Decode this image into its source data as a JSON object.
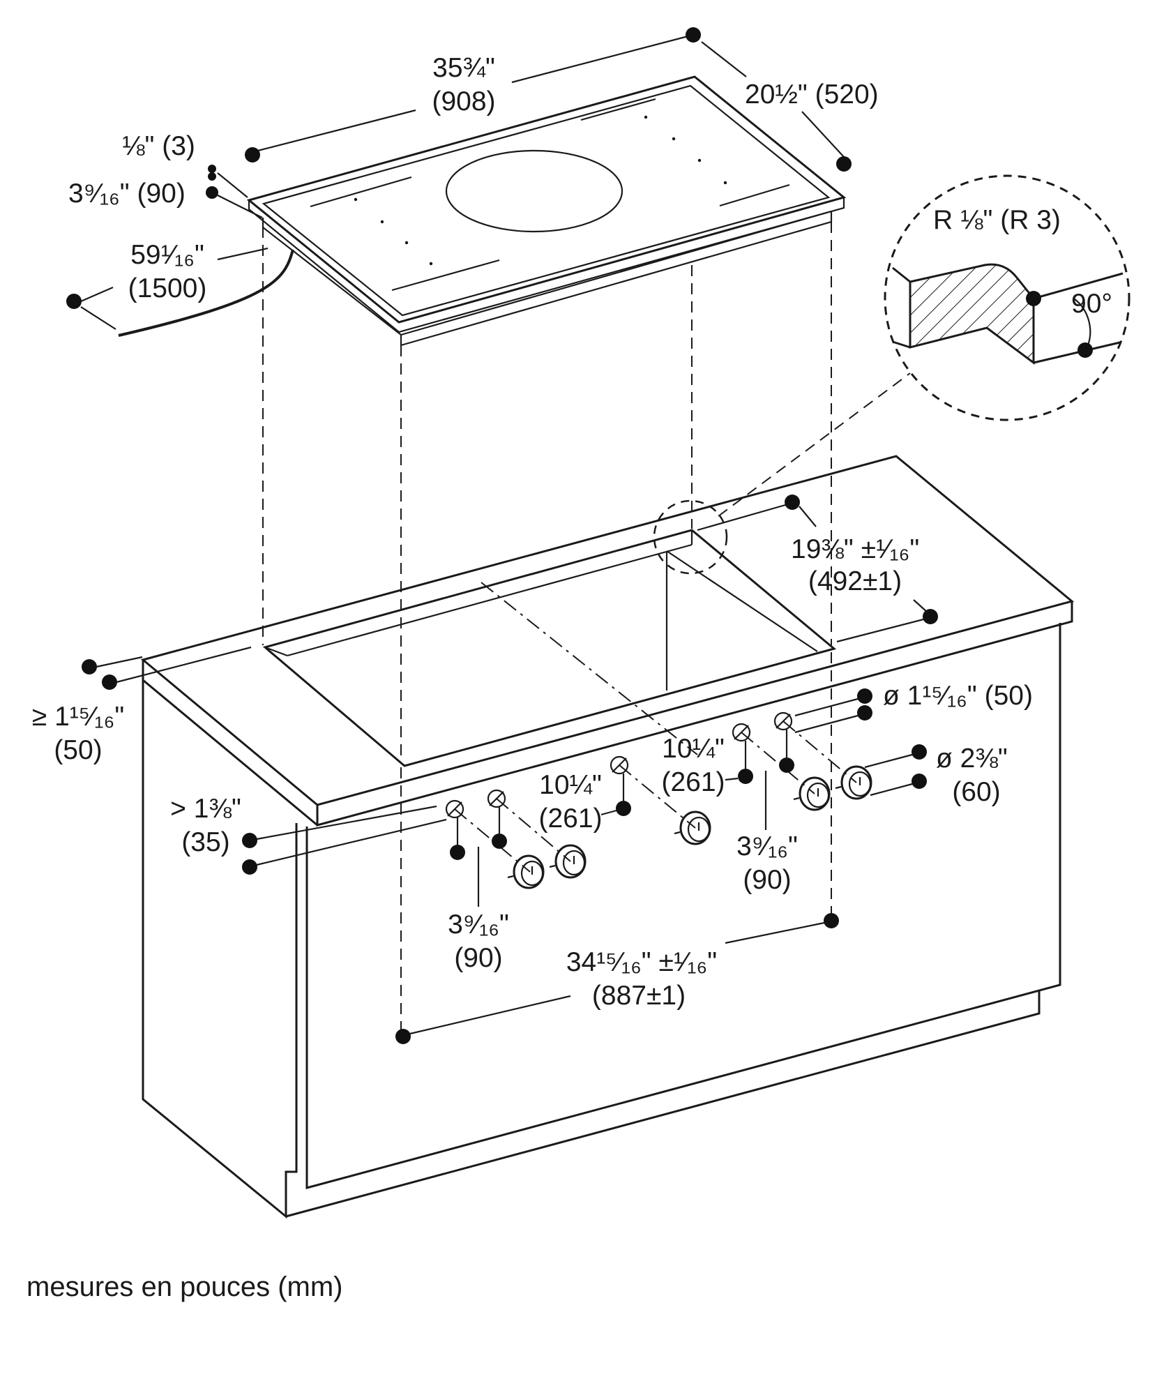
{
  "dimensions": {
    "cooktop_width": {
      "inch": "35¾\"",
      "mm": "(908)"
    },
    "cooktop_depth": "20½\" (520)",
    "glass_thickness": "⅛\" (3)",
    "cooktop_height": "3⁹⁄₁₆\" (90)",
    "cable_length": {
      "inch": "59¹⁄₁₆\"",
      "mm": "(1500)"
    },
    "edge_radius": "R ⅛\" (R 3)",
    "corner_angle": "90°",
    "cutout_depth": {
      "inch": "19⅜\" ±¹⁄₁₆\"",
      "mm": "(492±1)"
    },
    "cutout_width": {
      "inch": "34¹⁵⁄₁₆\" ±¹⁄₁₆\"",
      "mm": "(887±1)"
    },
    "min_front_edge": {
      "inch": "≥ 1¹⁵⁄₁₆\"",
      "mm": "(50)"
    },
    "min_front_panel": {
      "inch": "> 1⅜\"",
      "mm": "(35)"
    },
    "small_knob_diameter": "ø 1¹⁵⁄₁₆\" (50)",
    "large_knob_diameter": {
      "inch": "ø 2⅜\"",
      "mm": "(60)"
    },
    "knob_spacing_left": {
      "inch": "3⁹⁄₁₆\"",
      "mm": "(90)"
    },
    "knob_group_spacing_1": {
      "inch": "10¼\"",
      "mm": "(261)"
    },
    "knob_group_spacing_2": {
      "inch": "10¼\"",
      "mm": "(261)"
    },
    "knob_spacing_right": {
      "inch": "3⁹⁄₁₆\"",
      "mm": "(90)"
    }
  },
  "caption": "mesures en pouces (mm)"
}
